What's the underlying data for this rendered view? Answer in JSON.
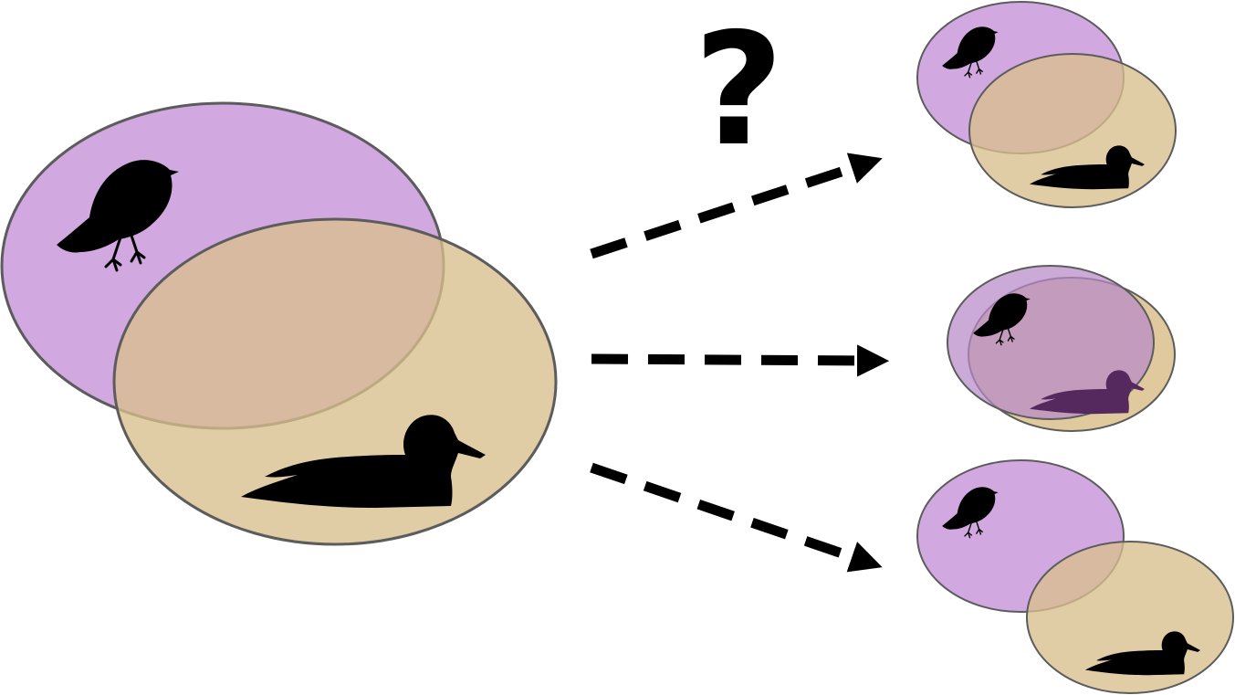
{
  "question_mark": "?",
  "colors": {
    "bird_set": "#c58fd9",
    "duck_set": "#d9bf8c",
    "outline": "#5c5c5c",
    "silhouette": "#000000",
    "overlap_duck_silhouette": "#55285e",
    "arrow": "#000000"
  },
  "icons": {
    "bird": "bird-silhouette-icon",
    "duck": "duck-silhouette-icon"
  },
  "outcomes": [
    "partial-overlap",
    "near-complete-overlap",
    "minor-overlap"
  ]
}
